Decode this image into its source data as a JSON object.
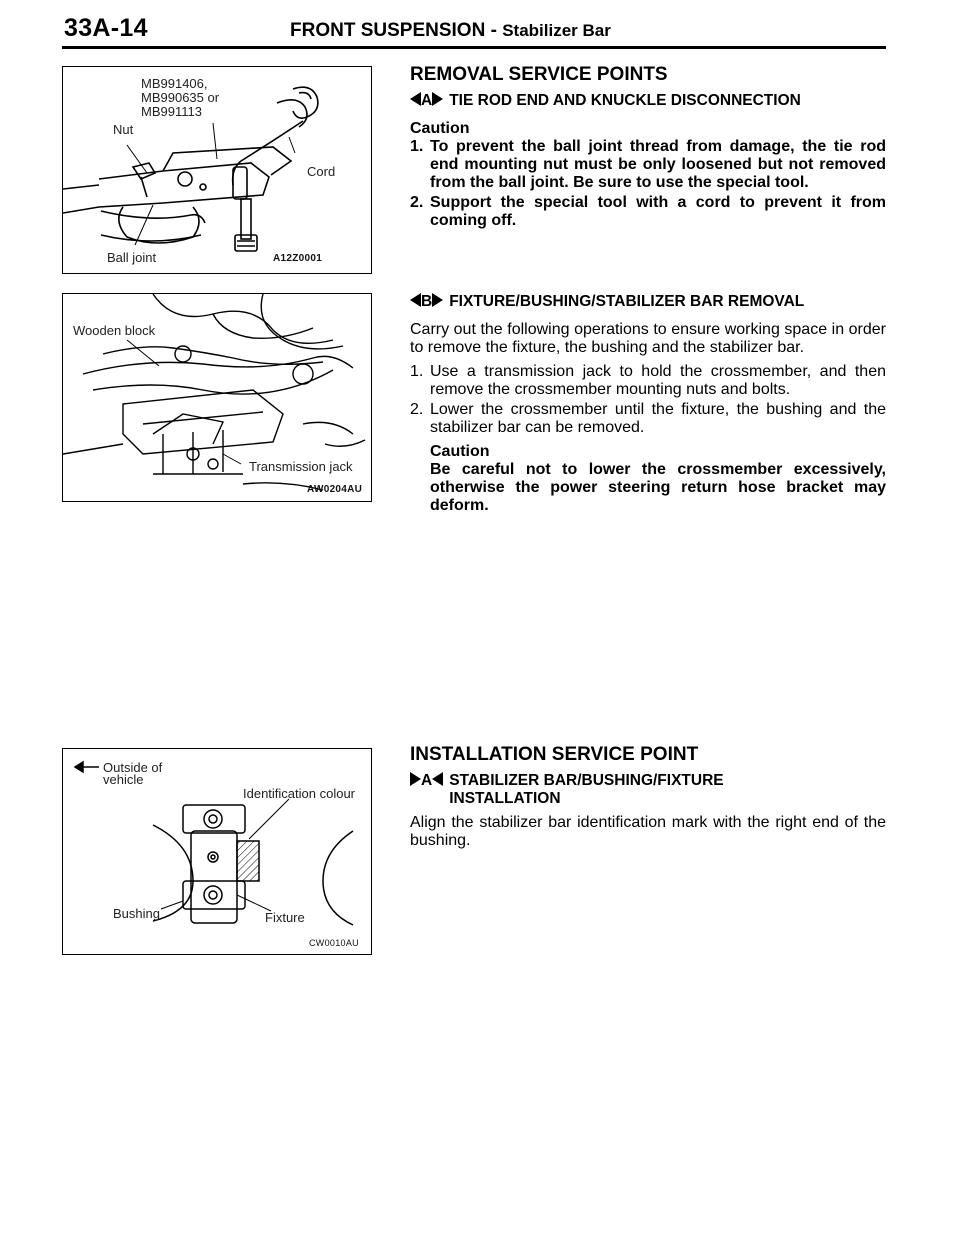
{
  "header": {
    "page_number": "33A-14",
    "section": "FRONT SUSPENSION -",
    "subsection": "Stabilizer Bar"
  },
  "figures": {
    "fig1": {
      "labels": [
        "MB991406,",
        "MB990635 or",
        "MB991113",
        "Nut",
        "Cord",
        "Ball joint"
      ],
      "code": "A12Z0001"
    },
    "fig2": {
      "labels": [
        "Wooden block",
        "Transmission jack"
      ],
      "code": "AW0204AU"
    },
    "fig3": {
      "labels": [
        "Outside of",
        "vehicle",
        "Identification colour",
        "Bushing",
        "Fixture"
      ],
      "code": "CW0010AU"
    }
  },
  "removal": {
    "title": "REMOVAL SERVICE POINTS",
    "a": {
      "ref": "A",
      "title": "TIE ROD END AND KNUCKLE DISCONNECTION",
      "caution_label": "Caution",
      "items": [
        {
          "num": "1.",
          "text": "To prevent the ball joint thread from damage, the tie rod end mounting nut must be only loosened but not removed from the ball joint. Be sure to use the special tool."
        },
        {
          "num": "2.",
          "text": "Support the special tool with a cord to prevent it from coming off."
        }
      ]
    },
    "b": {
      "ref": "B",
      "title": "FIXTURE/BUSHING/STABILIZER BAR REMOVAL",
      "intro": "Carry out the following operations to ensure working space in order to remove the fixture, the bushing and the stabilizer bar.",
      "items": [
        {
          "num": "1.",
          "text": "Use a transmission jack to hold the crossmember, and then remove the crossmember mounting nuts and bolts."
        },
        {
          "num": "2.",
          "text": "Lower the crossmember until the fixture, the bushing and the stabilizer bar can be removed."
        }
      ],
      "caution_label": "Caution",
      "caution_text": "Be careful not to lower the crossmember excessively, otherwise the power steering return hose bracket may deform."
    }
  },
  "installation": {
    "title": "INSTALLATION SERVICE POINT",
    "a": {
      "ref": "A",
      "title_line1": "STABILIZER BAR/BUSHING/FIXTURE",
      "title_line2": "INSTALLATION",
      "text": "Align the stabilizer bar identification mark with the right end of the bushing."
    }
  }
}
